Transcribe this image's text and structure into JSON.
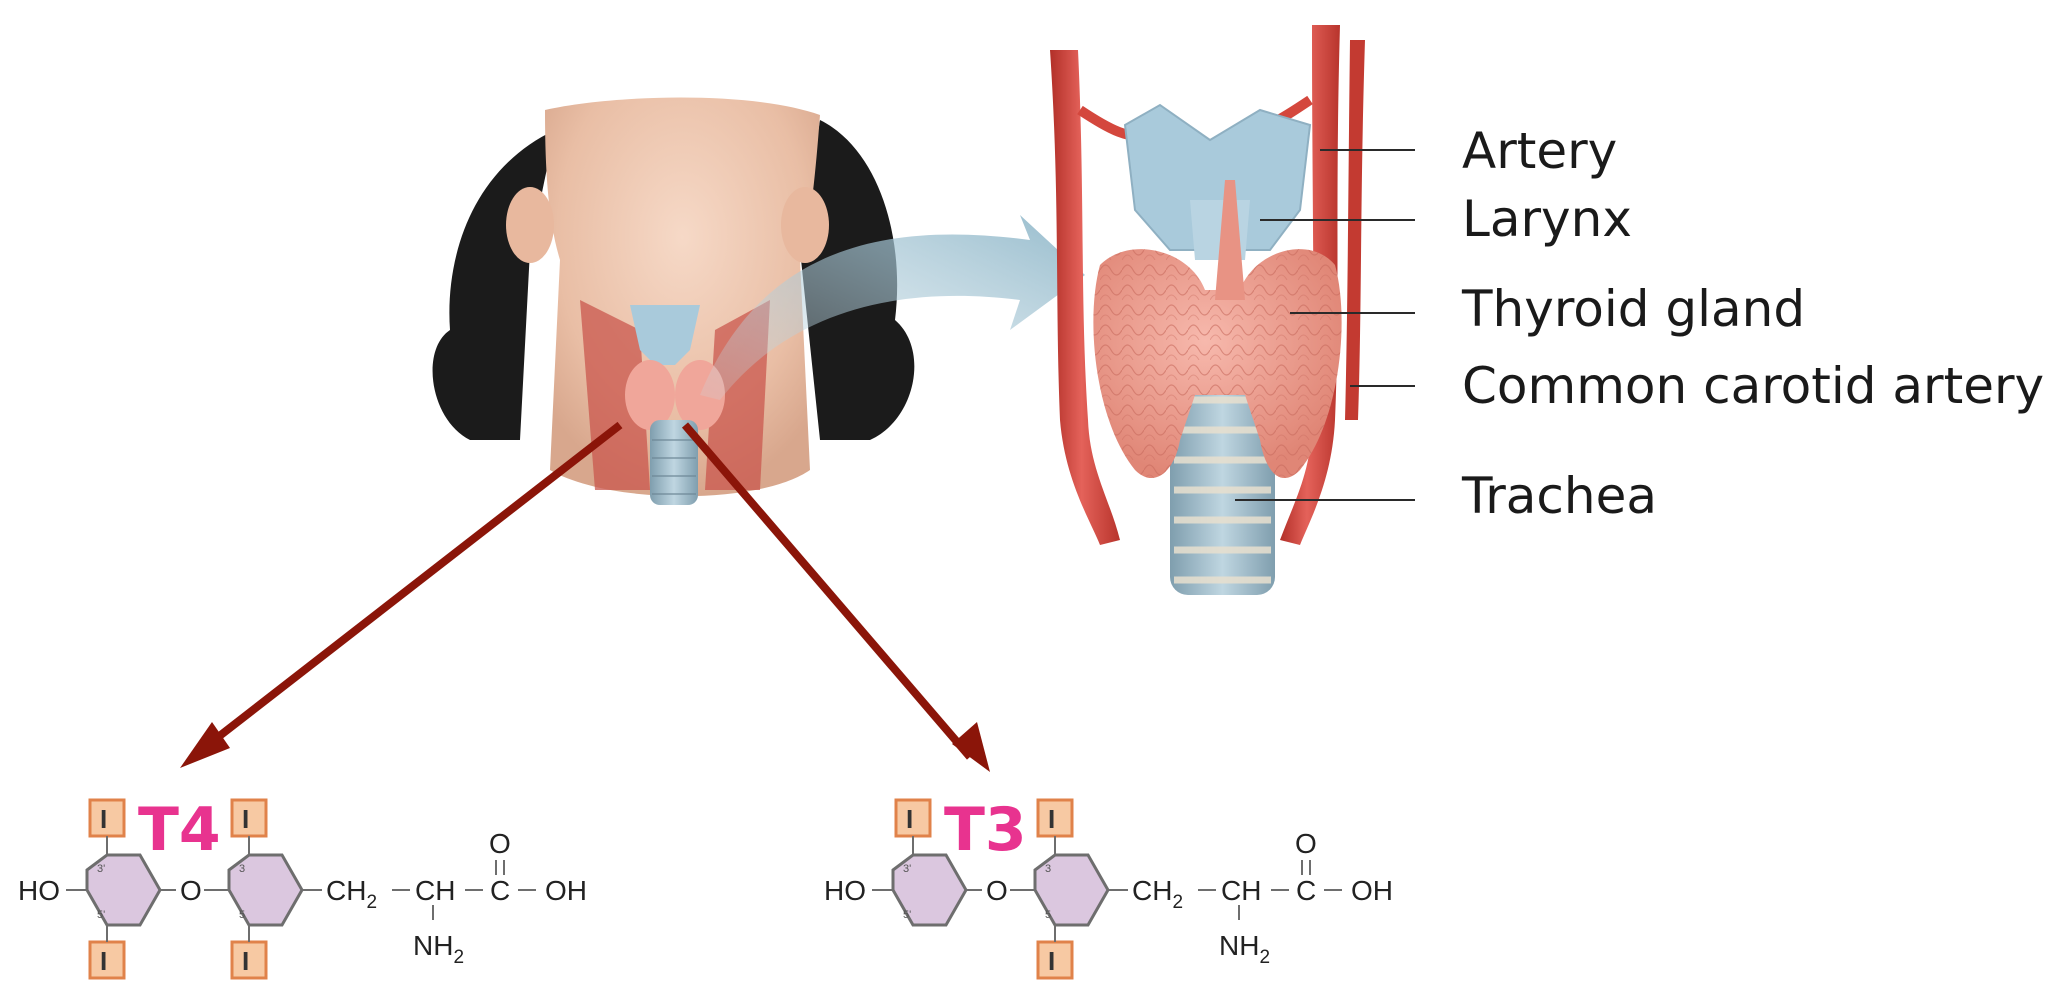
{
  "labels": {
    "artery": "Artery",
    "larynx": "Larynx",
    "thyroid_gland": "Thyroid gland",
    "common_carotid_artery": "Common carotid artery",
    "trachea": "Trachea"
  },
  "molecules": {
    "t4": {
      "name": "T4",
      "iodine": "I",
      "ho": "HO",
      "o": "O",
      "ch": "CH",
      "sub2": "2",
      "c": "C",
      "oh": "OH",
      "carbonyl_o": "O",
      "nh": "NH",
      "pos3": "3'",
      "pos5": "5'",
      "pos3b": "3",
      "pos5b": "5"
    },
    "t3": {
      "name": "T3",
      "iodine": "I",
      "ho": "HO",
      "o": "O",
      "ch": "CH",
      "sub2": "2",
      "c": "C",
      "oh": "OH",
      "carbonyl_o": "O",
      "nh": "NH",
      "pos3": "3'",
      "pos5": "5'",
      "pos3b": "3",
      "pos5b": "5"
    }
  },
  "colors": {
    "hormone_label": "#e8338f",
    "arrow": "#8b1509",
    "iodine_box_fill": "#f7c9a3",
    "iodine_box_stroke": "#e0824a",
    "ring_fill": "#dbc7df",
    "ring_stroke": "#6e6e6e",
    "thyroid": "#f0a69a",
    "artery": "#d4473d",
    "cartilage": "#a9cadb"
  }
}
